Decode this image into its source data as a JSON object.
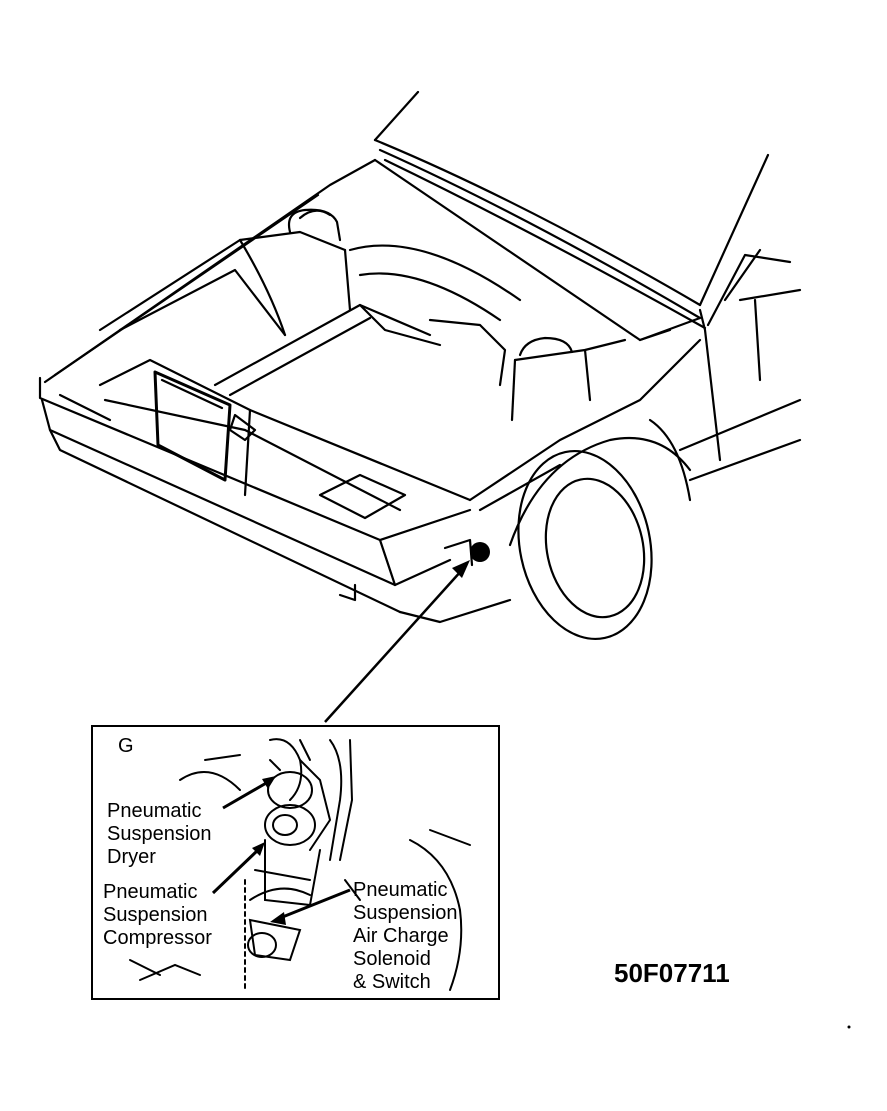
{
  "inset": {
    "letter": "G",
    "callouts": [
      {
        "lines": [
          "Pneumatic",
          "Suspension",
          "Dryer"
        ]
      },
      {
        "lines": [
          "Pneumatic",
          "Suspension",
          "Compressor"
        ]
      },
      {
        "lines": [
          "Pneumatic",
          "Suspension",
          "Air Charge",
          "Solenoid",
          "& Switch"
        ]
      }
    ]
  },
  "figure_code": "50F07711",
  "colors": {
    "ink": "#000000",
    "paper": "#ffffff"
  }
}
